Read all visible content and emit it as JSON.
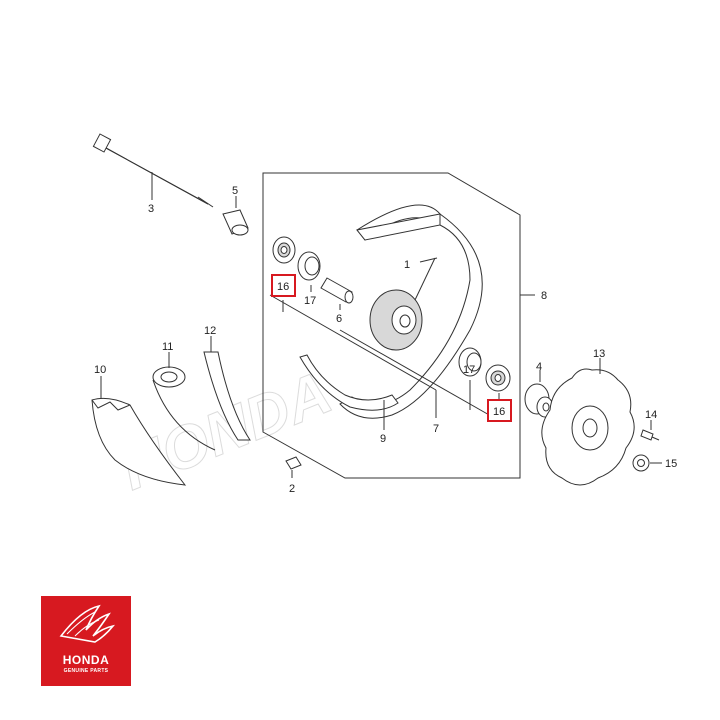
{
  "watermark": "HONDA",
  "parts": {
    "p1": "1",
    "p2": "2",
    "p3": "3",
    "p4": "4",
    "p5": "5",
    "p6": "6",
    "p7": "7",
    "p8": "8",
    "p9": "9",
    "p10": "10",
    "p11": "11",
    "p12": "12",
    "p13": "13",
    "p14": "14",
    "p15": "15",
    "p16a": "16",
    "p16b": "16",
    "p17a": "17",
    "p17b": "17"
  },
  "logo": {
    "brand": "HONDA",
    "tagline": "GENUINE PARTS"
  },
  "colors": {
    "highlight": "#d71920",
    "logo_bg": "#d71920",
    "line": "#333333"
  }
}
